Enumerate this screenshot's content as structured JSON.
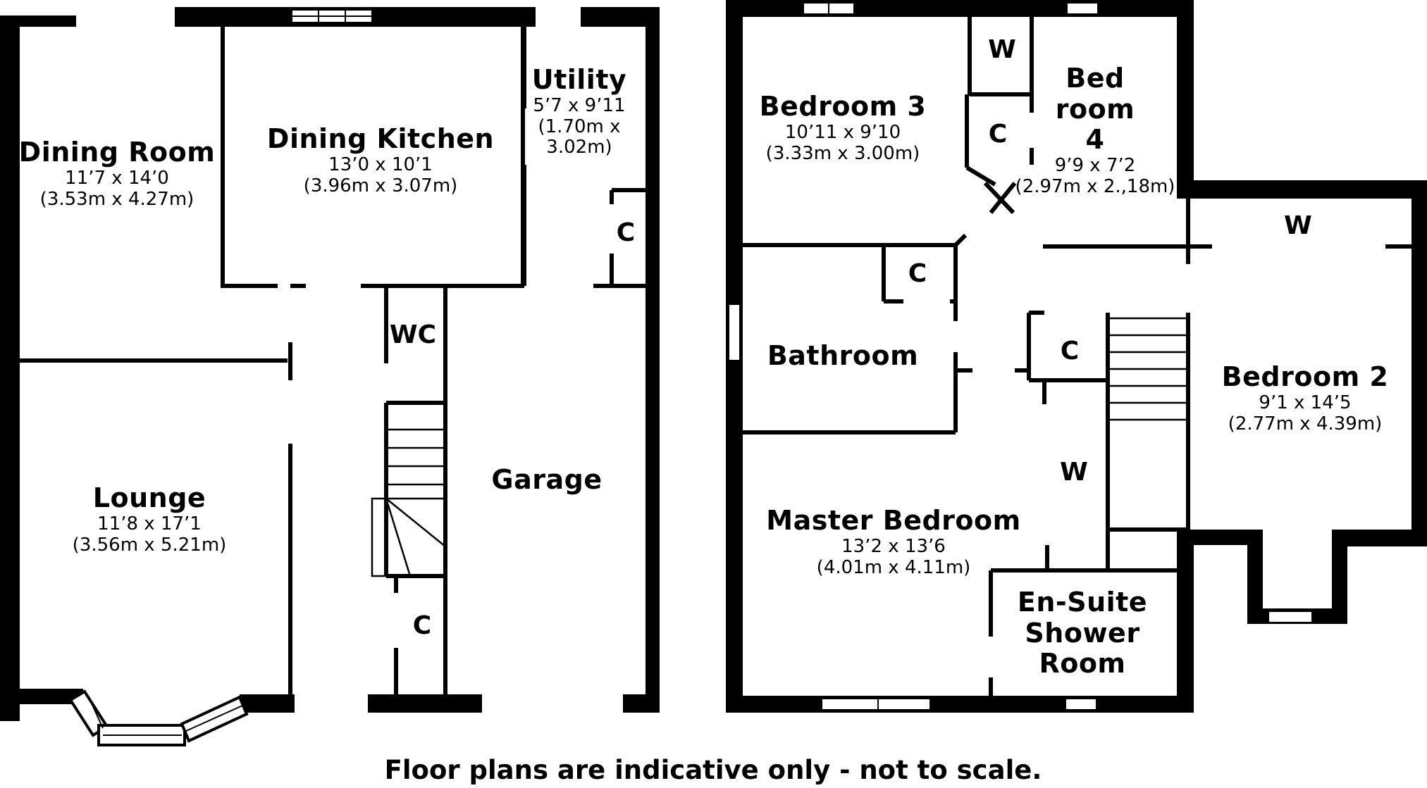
{
  "ground_floor": {
    "dining_room": {
      "name": "Dining Room",
      "dim_imperial": "11’7 x 14’0",
      "dim_metric": "(3.53m x 4.27m)"
    },
    "dining_kitchen": {
      "name": "Dining Kitchen",
      "dim_imperial": "13’0 x 10’1",
      "dim_metric": "(3.96m x 3.07m)"
    },
    "utility": {
      "name": "Utility",
      "dim_imperial": "5’7 x 9’11",
      "dim_metric_1": "(1.70m x",
      "dim_metric_2": "3.02m)"
    },
    "lounge": {
      "name": "Lounge",
      "dim_imperial": "11’8 x 17’1",
      "dim_metric": "(3.56m x 5.21m)"
    },
    "garage": {
      "name": "Garage"
    },
    "wc": "WC",
    "cupboard_utility": "C",
    "cupboard_hall": "C"
  },
  "first_floor": {
    "bedroom3": {
      "name": "Bedroom 3",
      "dim_imperial": "10’11 x 9’10",
      "dim_metric": "(3.33m x 3.00m)"
    },
    "bedroom4": {
      "name_1": "Bed",
      "name_2": "room",
      "name_3": "4",
      "dim_imperial": "9’9 x 7’2",
      "dim_metric": "(2.97m x 2.,18m)"
    },
    "bathroom": {
      "name": "Bathroom"
    },
    "bedroom2": {
      "name": "Bedroom 2",
      "dim_imperial": "9’1 x 14’5",
      "dim_metric": "(2.77m x 4.39m)"
    },
    "master_bedroom": {
      "name": "Master Bedroom",
      "dim_imperial": "13’2 x 13’6",
      "dim_metric": "(4.01m x 4.11m)"
    },
    "ensuite": {
      "name_1": "En-Suite",
      "name_2": "Shower",
      "name_3": "Room"
    },
    "wardrobe_top": "W",
    "wardrobe_bed2": "W",
    "wardrobe_master": "W",
    "cupboard_top": "C",
    "cupboard_bath": "C",
    "cupboard_landing": "C"
  },
  "footer_note": "Floor plans are indicative only - not to scale."
}
